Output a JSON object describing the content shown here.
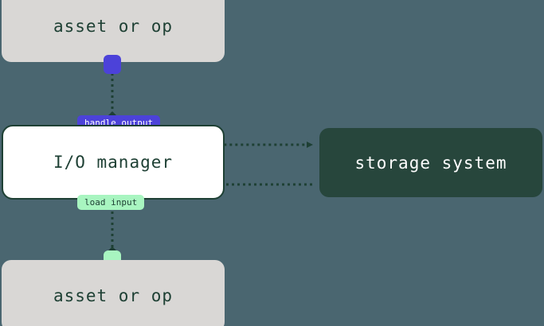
{
  "diagram": {
    "background_color": "#4a6670",
    "nodes": [
      {
        "id": "asset-top",
        "label": "asset or op",
        "fill": "#d9d7d5",
        "text_color": "#1e4034"
      },
      {
        "id": "io-manager",
        "label": "I/O manager",
        "fill": "#ffffff",
        "border_color": "#1e4034",
        "text_color": "#1e4034"
      },
      {
        "id": "storage-system",
        "label": "storage system",
        "fill": "#27463c",
        "text_color": "#ffffff"
      },
      {
        "id": "asset-bottom",
        "label": "asset or op",
        "fill": "#d9d7d5",
        "text_color": "#1e4034"
      }
    ],
    "edge_labels": [
      {
        "id": "handle-output",
        "text": "handle output",
        "fill": "#4c42d9",
        "text_color": "#ffffff"
      },
      {
        "id": "load-input",
        "text": "load input",
        "fill": "#a8f5c0",
        "text_color": "#1e4034"
      }
    ],
    "connectors": [
      {
        "id": "output-connector",
        "fill": "#4c42d9"
      },
      {
        "id": "input-connector",
        "fill": "#a8f5c0"
      }
    ],
    "edge_color": "#1e4034"
  }
}
